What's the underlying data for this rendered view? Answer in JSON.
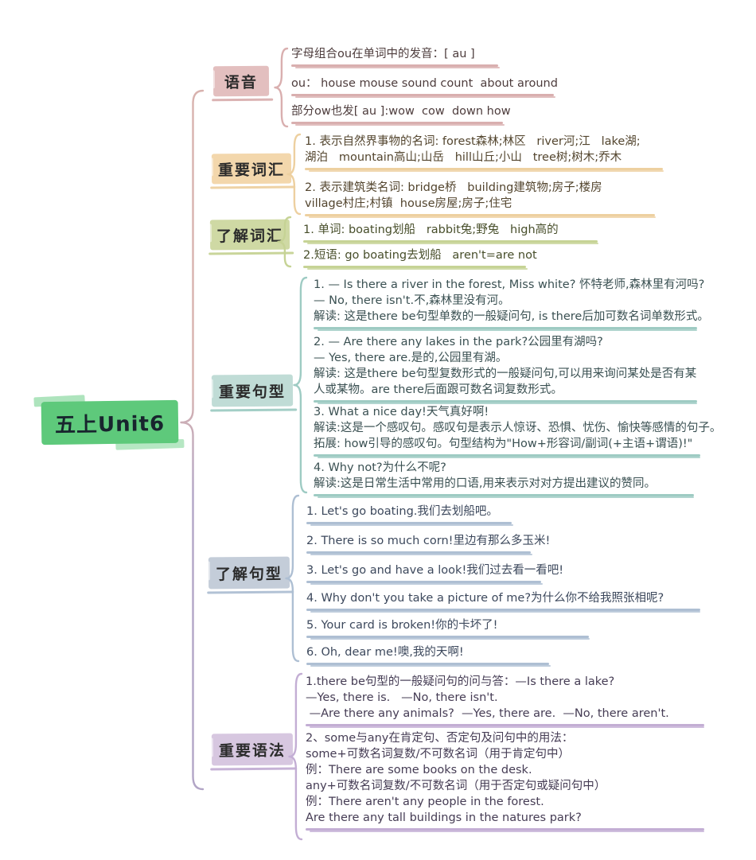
{
  "root": {
    "label": "五上Unit6",
    "bg": "#5ec97b"
  },
  "colors": {
    "trunk_top": "#d8b2ae",
    "trunk_bottom": "#b2a5c6",
    "background": "#ffffff"
  },
  "branches": [
    {
      "label": "语音",
      "bg": "#e3bfbf",
      "line": "#d9afaf",
      "text": "#4d3c3c",
      "items": [
        {
          "lines": [
            "字母组合ou在单词中的发音：[ au ]"
          ]
        },
        {
          "lines": [
            "ou： house mouse sound count  about around"
          ]
        },
        {
          "lines": [
            "部分ow也发[ au ]:wow  cow  down how"
          ]
        }
      ]
    },
    {
      "label": "重要词汇",
      "bg": "#f3d7ac",
      "line": "#edd0a0",
      "text": "#53452e",
      "items": [
        {
          "lines": [
            "1. 表示自然界事物的名词: forest森林;林区   river河;江   lake湖;",
            "湖泊   mountain高山;山岳   hill山丘;小山   tree树;树木;乔木"
          ]
        },
        {
          "lines": [
            "2. 表示建筑类名词: bridge桥   building建筑物;房子;楼房",
            "village村庄;村镇  house房屋;房子;住宅"
          ]
        }
      ]
    },
    {
      "label": "了解词汇",
      "bg": "#cfd9a4",
      "line": "#c6d395",
      "text": "#474e2a",
      "items": [
        {
          "lines": [
            "1. 单词: boating划船   rabbit兔;野兔   high高的"
          ]
        },
        {
          "lines": [
            "2.短语: go boating去划船   aren't=are not"
          ]
        }
      ]
    },
    {
      "label": "重要句型",
      "bg": "#c0dcd6",
      "line": "#9ecbc3",
      "text": "#3a5052",
      "items": [
        {
          "lines": [
            "1. — Is there a river in the forest, Miss white? 怀特老师,森林里有河吗?",
            "— No, there isn't.不,森林里没有河。",
            "解读: 这是there be句型单数的一般疑问句, is there后加可数名词单数形式。"
          ]
        },
        {
          "lines": [
            "2. — Are there any lakes in the park?公园里有湖吗?",
            "— Yes, there are.是的,公园里有湖。",
            "解读: 这是there be句型复数形式的一般疑问句,可以用来询问某处是否有某",
            "人或某物。are there后面跟可数名词复数形式。"
          ]
        },
        {
          "lines": [
            "3. What a nice day!天气真好啊!",
            "解读:这是一个感叹句。感叹句是表示人惊讶、恐惧、忧伤、愉快等感情的句子。",
            "拓展: how引导的感叹句。句型结构为\"How+形容词/副词(+主语+谓语)!\""
          ]
        },
        {
          "lines": [
            "4. Why not?为什么不呢?",
            "解读:这是日常生活中常用的口语,用来表示对对方提出建议的赞同。"
          ]
        }
      ]
    },
    {
      "label": "了解句型",
      "bg": "#c4cdd9",
      "line": "#aebfd3",
      "text": "#3c485c",
      "items": [
        {
          "lines": [
            "1. Let's go boating.我们去划船吧。"
          ]
        },
        {
          "lines": [
            "2. There is so much corn!里边有那么多玉米!"
          ]
        },
        {
          "lines": [
            "3. Let's go and have a look!我们过去看一看吧!"
          ]
        },
        {
          "lines": [
            "4. Why don't you take a picture of me?为什么你不给我照张相呢?"
          ]
        },
        {
          "lines": [
            "5. Your card is broken!你的卡坏了!"
          ]
        },
        {
          "lines": [
            "6. Oh, dear me!噢,我的天啊!"
          ]
        }
      ]
    },
    {
      "label": "重要语法",
      "bg": "#d7c7e0",
      "line": "#c3aed4",
      "text": "#453c54",
      "items": [
        {
          "lines": [
            "1.there be句型的一般疑问句的问与答：—Is there a lake?",
            "—Yes, there is.   —No, there isn't.",
            " —Are there any animals?  —Yes, there are.  —No, there aren't."
          ]
        },
        {
          "lines": [
            "2、some与any在肯定句、否定句及问句中的用法：",
            "some+可数名词复数/不可数名词（用于肯定句中）",
            "例：There are some books on the desk.",
            "any+可数名词复数/不可数名词（用于否定句或疑问句中）",
            "例：There aren't any people in the forest.",
            "Are there any tall buildings in the natures park?"
          ]
        }
      ]
    }
  ]
}
